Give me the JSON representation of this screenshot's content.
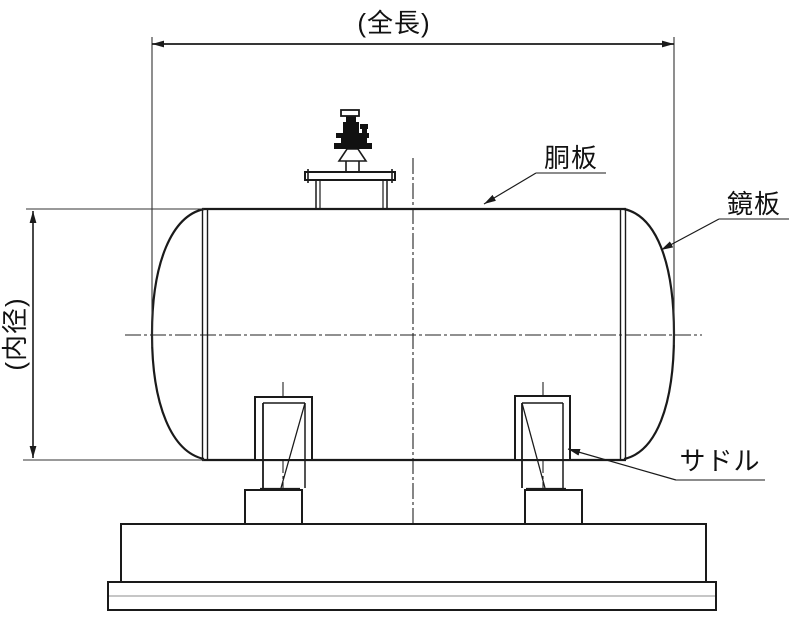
{
  "drawing": {
    "type": "engineering-drawing",
    "subject": "horizontal-cylindrical-tank-side-view",
    "dimension_labels": {
      "overall_length": "(全長)",
      "inner_diameter": "(内径)"
    },
    "part_labels": {
      "shell_plate": "胴板",
      "head_plate": "鏡板",
      "saddle": "サドル"
    },
    "colors": {
      "line": "#1a1a1a",
      "thin_line": "#444444",
      "underline_gray": "#8c8c8c",
      "background": "#ffffff"
    }
  }
}
